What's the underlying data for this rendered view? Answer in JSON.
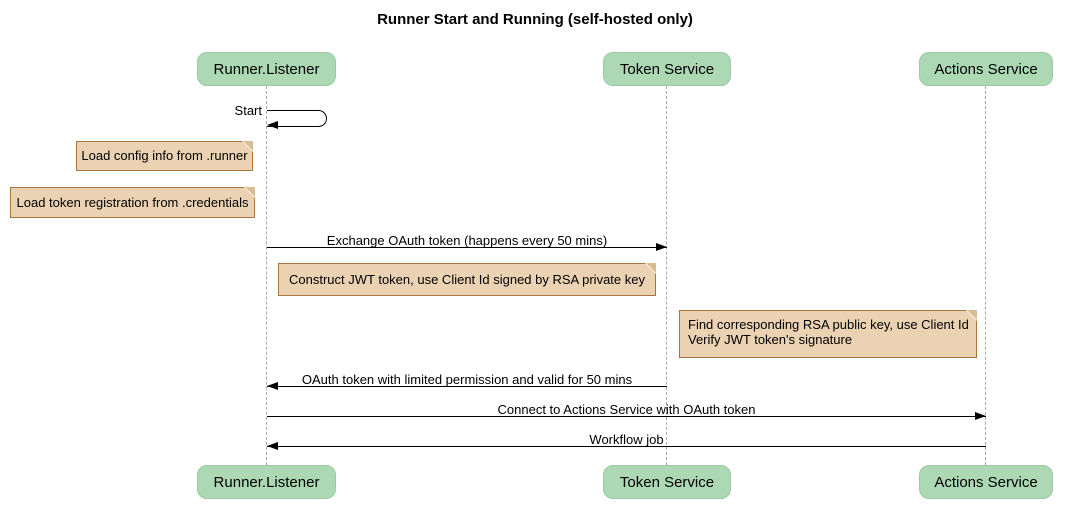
{
  "title": "Runner Start and Running (self-hosted only)",
  "participants": [
    {
      "name": "Runner.Listener"
    },
    {
      "name": "Token Service"
    },
    {
      "name": "Actions Service"
    }
  ],
  "messages": [
    {
      "label": "Start",
      "from": "Runner.Listener",
      "to": "Runner.Listener",
      "type": "self"
    },
    {
      "label": "Exchange OAuth token (happens every 50 mins)",
      "from": "Runner.Listener",
      "to": "Token Service",
      "type": "solid-arrow"
    },
    {
      "label": "OAuth token with limited permission and valid for 50 mins",
      "from": "Token Service",
      "to": "Runner.Listener",
      "type": "solid-arrow"
    },
    {
      "label": "Connect to Actions Service with OAuth token",
      "from": "Runner.Listener",
      "to": "Actions Service",
      "type": "solid-arrow"
    },
    {
      "label": "Workflow job",
      "from": "Actions Service",
      "to": "Runner.Listener",
      "type": "solid-arrow"
    }
  ],
  "notes": [
    {
      "text": "Load config info from .runner",
      "placement": "left of Runner.Listener"
    },
    {
      "text": "Load token registration from .credentials",
      "placement": "left of Runner.Listener"
    },
    {
      "text": "Construct JWT token, use Client Id signed by RSA private key",
      "placement": "between Runner.Listener and Token Service"
    },
    {
      "lines": [
        "Find corresponding RSA public key, use Client Id",
        "Verify JWT token's signature"
      ],
      "placement": "left of Actions Service"
    }
  ],
  "colors": {
    "participant_fill": "#ACD8B4",
    "participant_border": "#9CC8A4",
    "note_fill": "#EBD2B2",
    "note_border": "#A5763F",
    "note_fold": "#D9BC92",
    "lifeline": "#A8A8A8",
    "arrow": "#000000"
  }
}
